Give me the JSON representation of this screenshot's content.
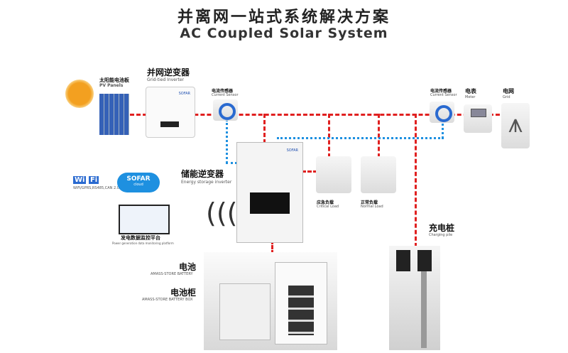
{
  "title_cn": "并离网一站式系统解决方案",
  "title_en": "AC Coupled  Solar System",
  "pv": {
    "cn": "太阳能电池板",
    "en": "PV Panels"
  },
  "grid_inverter": {
    "cn": "并网逆变器",
    "en": "Grid-tied Inverter",
    "brand": "SOFAR"
  },
  "sensor1": {
    "cn": "电流传感器",
    "en": "Current Sensor"
  },
  "sensor2": {
    "cn": "电流传感器",
    "en": "Current Sensor"
  },
  "meter": {
    "cn": "电表",
    "en": "Meter"
  },
  "grid": {
    "cn": "电网",
    "en": "Grid"
  },
  "storage_inverter": {
    "cn": "储能逆变器",
    "en": "Energy storage inverter",
    "brand": "SOFAR"
  },
  "critical_load": {
    "cn": "应急负载",
    "en": "Critical Load"
  },
  "normal_load": {
    "cn": "正常负载",
    "en": "Normal Load"
  },
  "charging": {
    "cn": "充电桩",
    "en": "Charging pile"
  },
  "wifi": {
    "wi": "Wi",
    "fi": "Fi",
    "sub": "WiFi/GPRS,RS485,CAN 2.0"
  },
  "cloud": {
    "name": "SOFAR",
    "sub": "cloud"
  },
  "monitor": {
    "cn": "发电数据监控平台",
    "en": "Power generation data monitoring platform"
  },
  "battery": {
    "cn": "电池",
    "en": "AMASS-STORE BATTERY"
  },
  "battery_box": {
    "cn": "电池柜",
    "en": "AMASS-STORE BATTERY BOX"
  },
  "colors": {
    "ac_line": "#e02020",
    "comm_line": "#1e90e0"
  }
}
